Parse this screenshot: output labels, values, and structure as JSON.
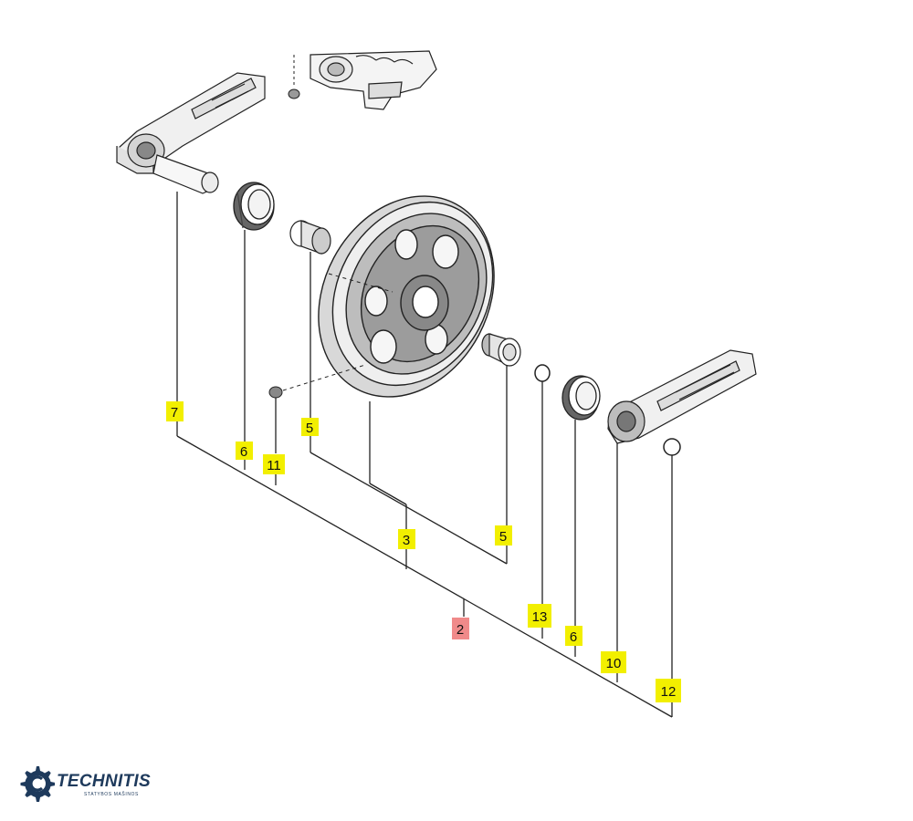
{
  "callouts": [
    {
      "id": "c7",
      "label": "7",
      "highlight": "#f2ef00"
    },
    {
      "id": "c6a",
      "label": "6",
      "highlight": "#f2ef00"
    },
    {
      "id": "c11",
      "label": "11",
      "highlight": "#f2ef00"
    },
    {
      "id": "c5a",
      "label": "5",
      "highlight": "#f2ef00"
    },
    {
      "id": "c3",
      "label": "3",
      "highlight": "#f2ef00"
    },
    {
      "id": "c5b",
      "label": "5",
      "highlight": "#f2ef00"
    },
    {
      "id": "c2",
      "label": "2",
      "highlight": "#f08a8a"
    },
    {
      "id": "c13",
      "label": "13",
      "highlight": "#f2ef00"
    },
    {
      "id": "c6b",
      "label": "6",
      "highlight": "#f2ef00"
    },
    {
      "id": "c10",
      "label": "10",
      "highlight": "#f2ef00"
    },
    {
      "id": "c12",
      "label": "12",
      "highlight": "#f2ef00"
    }
  ],
  "logo": {
    "name": "TECHNITIS",
    "tagline": "STATYBOS MAŠINOS",
    "color": "#1e3a5c",
    "icon": "gear-icon"
  }
}
